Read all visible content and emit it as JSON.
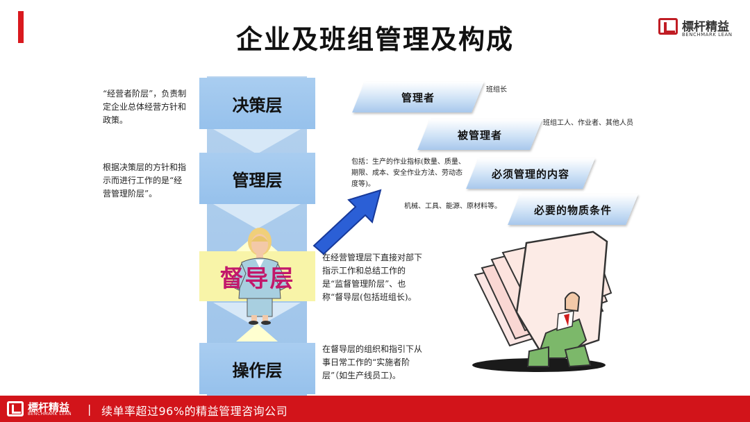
{
  "title": "企业及班组管理及构成",
  "brand": {
    "name": "標杆精益",
    "sub": "BENCHMARK LEAN"
  },
  "layers": [
    {
      "label": "决策层"
    },
    {
      "label": "管理层"
    },
    {
      "label": "督导层"
    },
    {
      "label": "操作层"
    }
  ],
  "left_notes": {
    "decision": "“经营者阶层”，负责制定企业总体经营方针和政策。",
    "management": "根据决策层的方针和指示而进行工作的是“经营管理阶层”。"
  },
  "right_notes": {
    "supervision": "在经营管理层下直接对部下指示工作和总结工作的是“监督管理阶层”、也称“督导层(包括班组长)。",
    "operation": "在督导层的组织和指引下从事日常工作的“实施者阶层”（如生产线员工)。"
  },
  "components": [
    {
      "label": "管理者",
      "desc": "班组长"
    },
    {
      "label": "被管理者",
      "desc": "班组工人、作业者、其他人员"
    },
    {
      "label": "必须管理的内容",
      "desc": "包括：生产的作业指标(数量、质量、期限、成本、安全作业方法、劳动态度等)。"
    },
    {
      "label": "必要的物质条件",
      "desc": "机械、工具、能源、原材料等。"
    }
  ],
  "footer": {
    "slogan": "续单率超过96%的精益管理咨询公司",
    "separator": "|"
  },
  "colors": {
    "brand_red": "#d2141a",
    "layer_blue": "#9dc6ee",
    "supervision_yellow": "#f8f4a8",
    "supervision_text": "#c2186b",
    "arrow_blue": "#2b5fd6"
  }
}
